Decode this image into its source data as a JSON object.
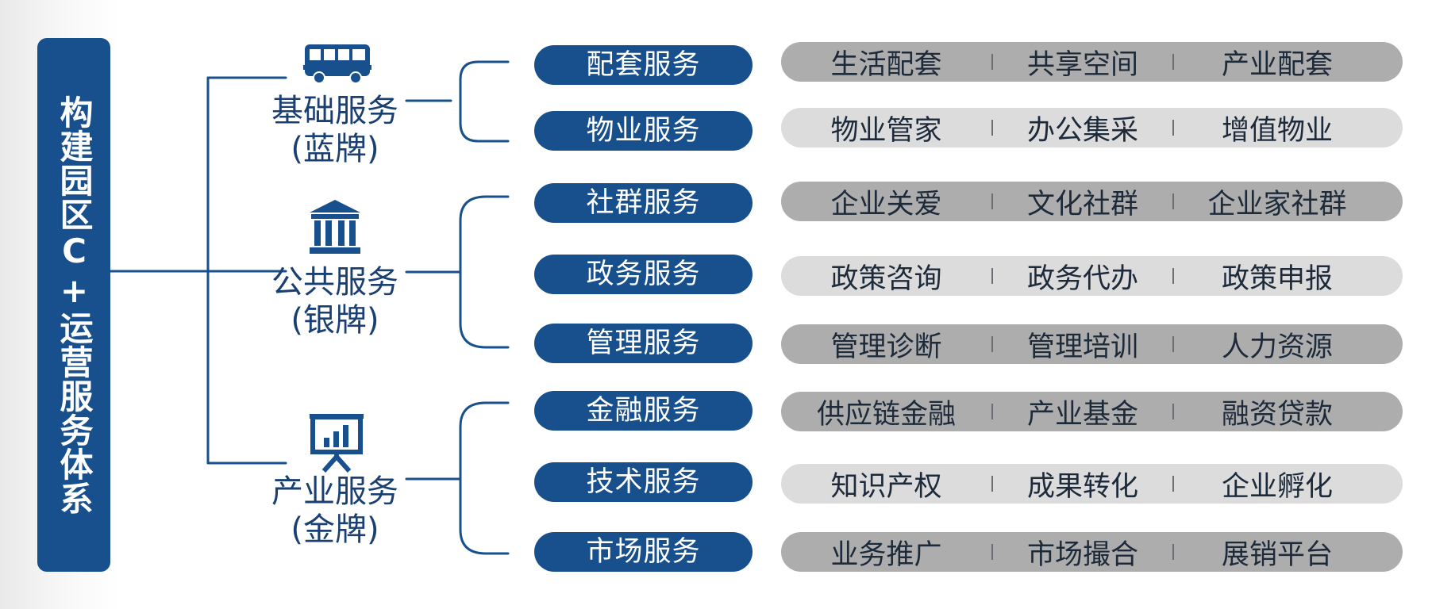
{
  "root_label": "构建园区C+运营服务体系",
  "branches": [
    {
      "label_line1": "基础服务",
      "label_line2": "(蓝牌)",
      "icon": "bus-icon"
    },
    {
      "label_line1": "公共服务",
      "label_line2": "(银牌)",
      "icon": "government-building-icon"
    },
    {
      "label_line1": "产业服务",
      "label_line2": "(金牌)",
      "icon": "presentation-chart-icon"
    }
  ],
  "services": [
    {
      "name": "配套服务",
      "items": [
        "生活配套",
        "共享空间",
        "产业配套"
      ]
    },
    {
      "name": "物业服务",
      "items": [
        "物业管家",
        "办公集采",
        "增值物业"
      ]
    },
    {
      "name": "社群服务",
      "items": [
        "企业关爱",
        "文化社群",
        "企业家社群"
      ]
    },
    {
      "name": "政务服务",
      "items": [
        "政策咨询",
        "政务代办",
        "政策申报"
      ]
    },
    {
      "name": "管理服务",
      "items": [
        "管理诊断",
        "管理培训",
        "人力资源"
      ]
    },
    {
      "name": "金融服务",
      "items": [
        "供应链金融",
        "产业基金",
        "融资贷款"
      ]
    },
    {
      "name": "技术服务",
      "items": [
        "知识产权",
        "成果转化",
        "企业孵化"
      ]
    },
    {
      "name": "市场服务",
      "items": [
        "业务推广",
        "市场撮合",
        "展销平台"
      ]
    }
  ],
  "colors": {
    "primary_blue": "#17508c",
    "label_blue": "#1a3f72",
    "bar_dark": "#adadad",
    "bar_light": "#dcdcdd"
  }
}
